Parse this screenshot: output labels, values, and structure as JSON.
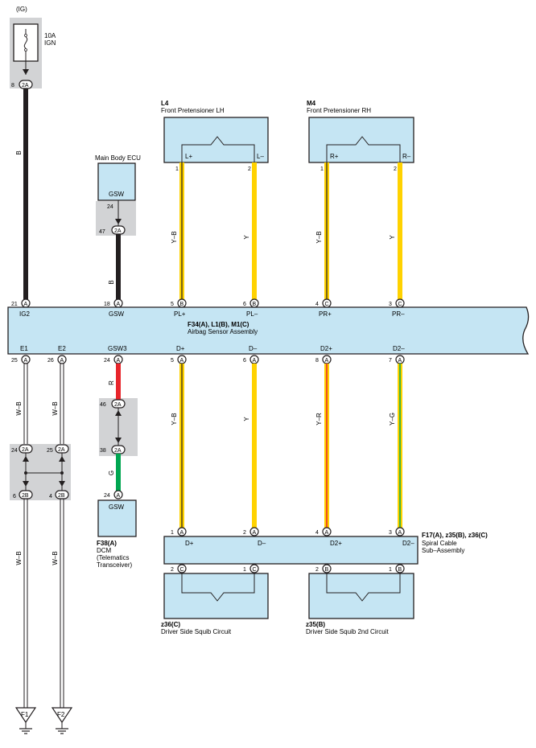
{
  "colors": {
    "component_fill": "#c5e5f3",
    "gray_block": "#d2d3d5",
    "wire_black": "#231f20",
    "wire_yellow": "#ffd200",
    "wire_red": "#e8252b",
    "wire_green": "#00a651",
    "wire_white": "#ffffff"
  },
  "power": {
    "label": "(IG)",
    "fuse_amp": "10A",
    "fuse_name": "IGN",
    "pin": "8",
    "connector": "2A"
  },
  "wires": {
    "ig_b": "B",
    "gsw_b": "B",
    "l4_1": "Y–B",
    "l4_2": "Y",
    "m4_1": "Y–B",
    "m4_2": "Y",
    "e1": "W–B",
    "e2": "W–B",
    "gsw3_r": "R",
    "gsw3_g": "G",
    "d_plus": "Y–B",
    "d_minus": "Y",
    "d2_plus": "Y–R",
    "d2_minus": "Y–G",
    "e1_low": "W–B",
    "e2_low": "W–B"
  },
  "main_body_ecu": {
    "name": "Main Body ECU",
    "terminal": "GSW",
    "pin": "24",
    "jpin": "47",
    "jconn": "2A"
  },
  "l4": {
    "code": "L4",
    "name": "Front Pretensioner LH",
    "t1": "L+",
    "t2": "L–",
    "p1": "1",
    "p2": "2"
  },
  "m4": {
    "code": "M4",
    "name": "Front Pretensioner RH",
    "t1": "R+",
    "t2": "R–",
    "p1": "1",
    "p2": "2"
  },
  "airbag": {
    "code": "F34(A), L1(B), M1(C)",
    "name": "Airbag Sensor Assembly",
    "top_pins": [
      {
        "pin": "21",
        "conn": "A",
        "term": "IG2"
      },
      {
        "pin": "18",
        "conn": "A",
        "term": "GSW"
      },
      {
        "pin": "5",
        "conn": "B",
        "term": "PL+"
      },
      {
        "pin": "6",
        "conn": "B",
        "term": "PL–"
      },
      {
        "pin": "4",
        "conn": "C",
        "term": "PR+"
      },
      {
        "pin": "3",
        "conn": "C",
        "term": "PR–"
      }
    ],
    "bottom_pins": [
      {
        "pin": "25",
        "conn": "A",
        "term": "E1"
      },
      {
        "pin": "26",
        "conn": "A",
        "term": "E2"
      },
      {
        "pin": "24",
        "conn": "A",
        "term": "GSW3"
      },
      {
        "pin": "5",
        "conn": "A",
        "term": "D+"
      },
      {
        "pin": "6",
        "conn": "A",
        "term": "D–"
      },
      {
        "pin": "8",
        "conn": "A",
        "term": "D2+"
      },
      {
        "pin": "7",
        "conn": "A",
        "term": "D2–"
      }
    ]
  },
  "junction_gsw3": {
    "pin_a": "46",
    "conn_a": "2A",
    "pin_b": "38",
    "conn_b": "2A"
  },
  "ground_junction": {
    "e1_top_pin": "24",
    "e2_top_pin": "25",
    "top_conn": "2A",
    "e1_bot_pin": "6",
    "e2_bot_pin": "4",
    "bot_conn": "2B"
  },
  "dcm": {
    "code": "F38(A)",
    "name_line1": "DCM",
    "name_line2": "(Telematics",
    "name_line3": "Transceiver)",
    "terminal": "GSW",
    "pin": "24",
    "conn": "A"
  },
  "spiral": {
    "code": "F17(A), z35(B), z36(C)",
    "name_line1": "Spiral Cable",
    "name_line2": "Sub–Assembly",
    "top": [
      {
        "pin": "1",
        "conn": "A",
        "term": "D+"
      },
      {
        "pin": "2",
        "conn": "A",
        "term": "D–"
      },
      {
        "pin": "4",
        "conn": "A",
        "term": "D2+"
      },
      {
        "pin": "3",
        "conn": "A",
        "term": "D2–"
      }
    ],
    "bottom": [
      {
        "pin": "2",
        "conn": "C"
      },
      {
        "pin": "1",
        "conn": "C"
      },
      {
        "pin": "2",
        "conn": "B"
      },
      {
        "pin": "1",
        "conn": "B"
      }
    ]
  },
  "z36": {
    "code": "z36(C)",
    "name": "Driver Side Squib Circuit"
  },
  "z35": {
    "code": "z35(B)",
    "name": "Driver Side Squib 2nd Circuit"
  },
  "grounds": [
    "F1",
    "F2"
  ]
}
